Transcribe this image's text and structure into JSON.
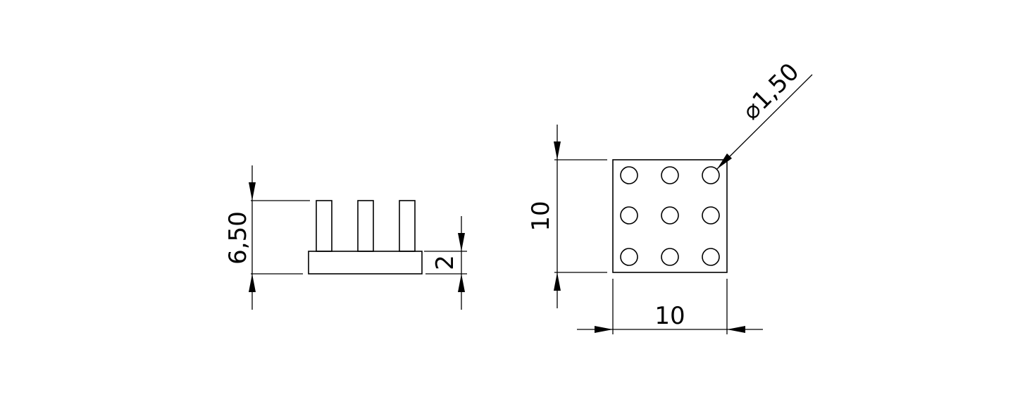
{
  "side_view": {
    "overall_height_label": "6,50",
    "base_height_label": "2",
    "pin_count": 3
  },
  "top_view": {
    "height_label": "10",
    "width_label": "10",
    "hole_diameter_label": "1,50",
    "diameter_symbol": "⌀",
    "hole_rows": 3,
    "hole_cols": 3
  }
}
